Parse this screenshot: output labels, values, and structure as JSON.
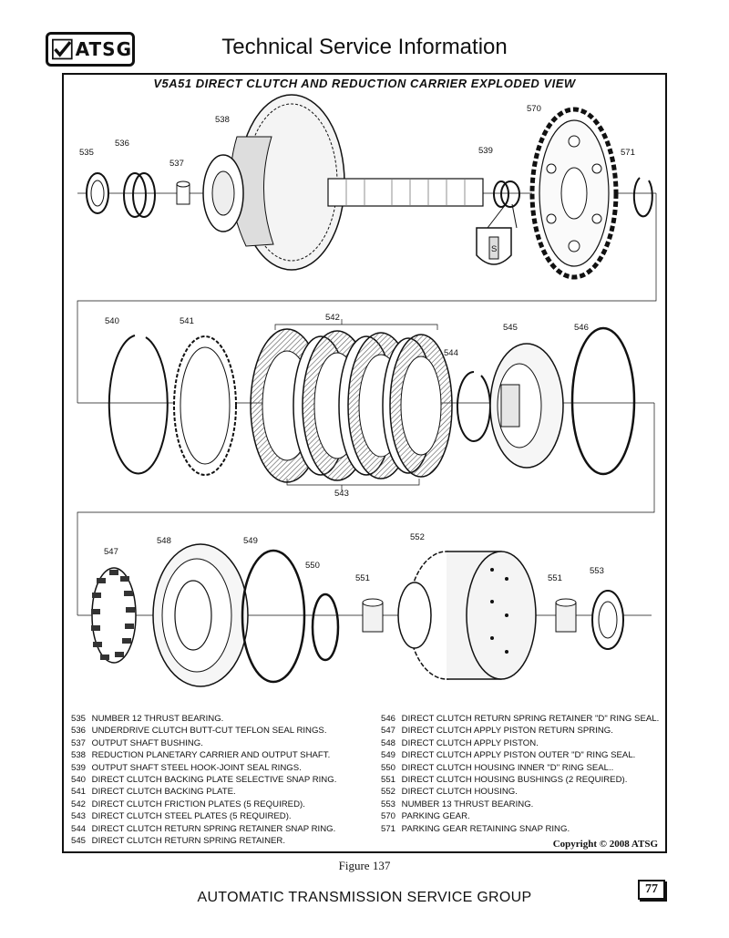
{
  "header": {
    "logo_text": "ATSG",
    "title": "Technical Service Information"
  },
  "diagram": {
    "title": "V5A51 DIRECT CLUTCH AND REDUCTION CARRIER EXPLODED VIEW",
    "callouts": [
      "535",
      "536",
      "537",
      "538",
      "539",
      "570",
      "571",
      "540",
      "541",
      "542",
      "543",
      "544",
      "545",
      "546",
      "547",
      "548",
      "549",
      "550",
      "551",
      "552",
      "551",
      "553"
    ],
    "detail_letter": "S"
  },
  "legend": {
    "left": [
      {
        "num": "535",
        "text": "NUMBER 12 THRUST BEARING."
      },
      {
        "num": "536",
        "text": "UNDERDRIVE CLUTCH BUTT-CUT TEFLON SEAL RINGS."
      },
      {
        "num": "537",
        "text": "OUTPUT SHAFT BUSHING."
      },
      {
        "num": "538",
        "text": "REDUCTION PLANETARY CARRIER AND OUTPUT SHAFT."
      },
      {
        "num": "539",
        "text": "OUTPUT SHAFT STEEL HOOK-JOINT SEAL RINGS."
      },
      {
        "num": "540",
        "text": "DIRECT CLUTCH BACKING PLATE SELECTIVE SNAP RING."
      },
      {
        "num": "541",
        "text": "DIRECT CLUTCH BACKING PLATE."
      },
      {
        "num": "542",
        "text": "DIRECT CLUTCH FRICTION PLATES (5 REQUIRED)."
      },
      {
        "num": "543",
        "text": "DIRECT CLUTCH STEEL PLATES (5 REQUIRED)."
      },
      {
        "num": "544",
        "text": "DIRECT CLUTCH RETURN SPRING RETAINER SNAP RING."
      },
      {
        "num": "545",
        "text": "DIRECT CLUTCH RETURN SPRING RETAINER."
      }
    ],
    "right": [
      {
        "num": "546",
        "text": "DIRECT CLUTCH RETURN SPRING RETAINER \"D\" RING SEAL."
      },
      {
        "num": "547",
        "text": "DIRECT CLUTCH APPLY PISTON RETURN SPRING."
      },
      {
        "num": "548",
        "text": "DIRECT CLUTCH APPLY PISTON."
      },
      {
        "num": "549",
        "text": "DIRECT CLUTCH APPLY PISTON OUTER \"D\" RING SEAL."
      },
      {
        "num": "550",
        "text": "DIRECT CLUTCH HOUSING INNER \"D\" RING SEAL.."
      },
      {
        "num": "551",
        "text": "DIRECT CLUTCH HOUSING BUSHINGS (2 REQUIRED)."
      },
      {
        "num": "552",
        "text": "DIRECT CLUTCH HOUSING."
      },
      {
        "num": "553",
        "text": "NUMBER 13 THRUST BEARING."
      },
      {
        "num": "570",
        "text": "PARKING GEAR."
      },
      {
        "num": "571",
        "text": "PARKING GEAR RETAINING SNAP RING."
      }
    ]
  },
  "copyright": "Copyright © 2008 ATSG",
  "figure_caption": "Figure 137",
  "footer": {
    "title": "AUTOMATIC TRANSMISSION SERVICE GROUP",
    "page_number": "77"
  }
}
